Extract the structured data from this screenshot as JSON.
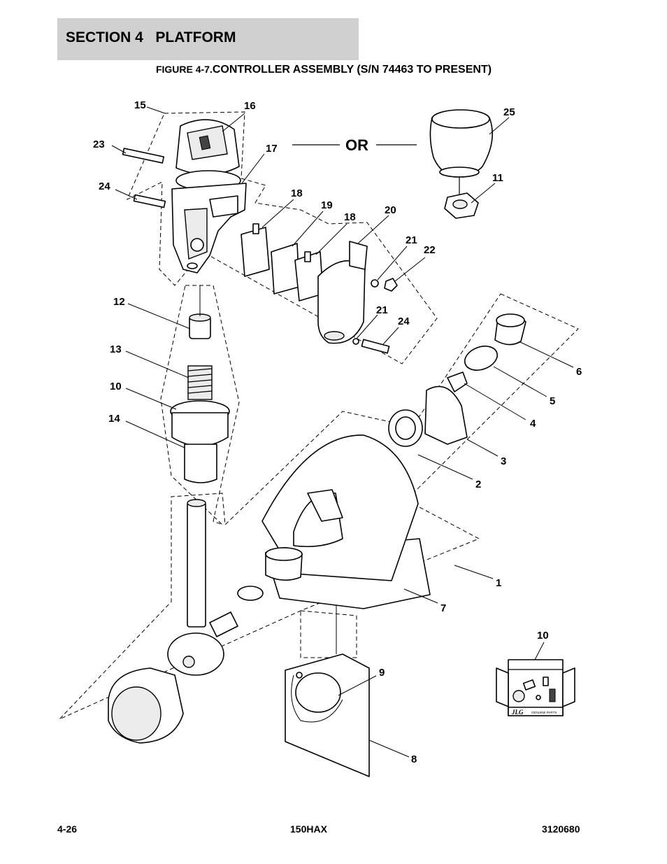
{
  "header": {
    "section": "SECTION 4   PLATFORM",
    "figure_prefix": "FIGURE 4-7.",
    "figure_title": "CONTROLLER ASSEMBLY (S/N 74463 TO PRESENT)"
  },
  "diagram": {
    "or_label": "OR",
    "callouts": [
      "15",
      "16",
      "23",
      "17",
      "25",
      "24",
      "11",
      "18",
      "19",
      "18",
      "20",
      "21",
      "22",
      "12",
      "21",
      "24",
      "13",
      "6",
      "10",
      "5",
      "14",
      "4",
      "3",
      "2",
      "1",
      "7",
      "10",
      "9",
      "8"
    ],
    "kit_brand": "JLG",
    "kit_label": "GENUINE PARTS"
  },
  "footer": {
    "page": "4-26",
    "model": "150HAX",
    "doc_number": "3120680"
  }
}
